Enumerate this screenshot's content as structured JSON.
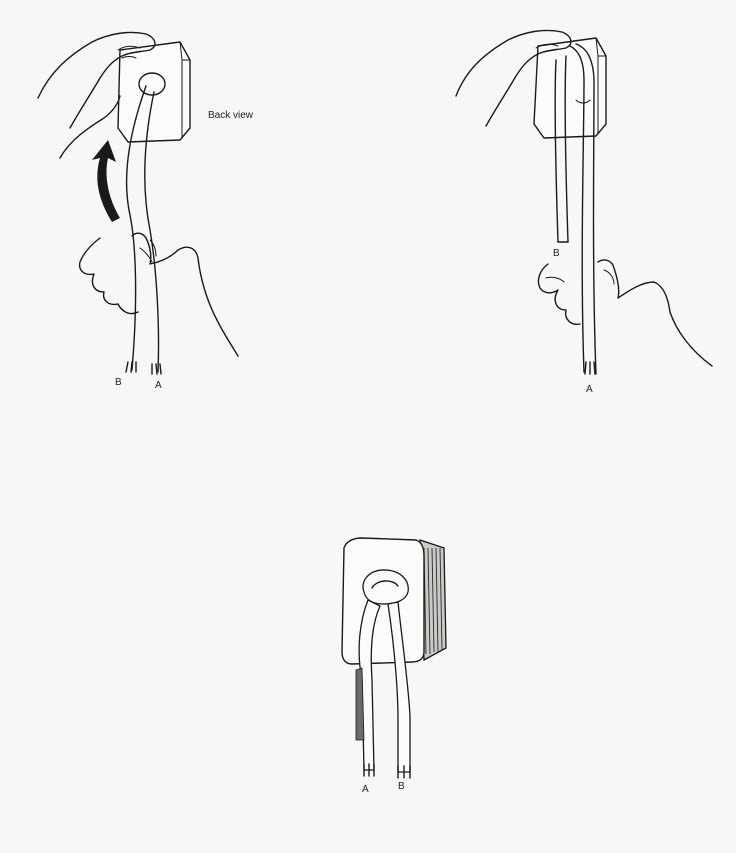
{
  "figure": {
    "panels": [
      {
        "id": "panel-1",
        "view_label": "Back view",
        "strand_left": "B",
        "strand_right": "A"
      },
      {
        "id": "panel-2",
        "strand_short": "B",
        "strand_long": "A"
      },
      {
        "id": "panel-3",
        "strand_left": "A",
        "strand_right": "B"
      }
    ],
    "colors": {
      "ink": "#1a1a1a",
      "paper": "#f7f7f5"
    },
    "icons": [
      "curved-arrow-icon",
      "hand-icon",
      "block-icon",
      "rope-icon"
    ]
  }
}
